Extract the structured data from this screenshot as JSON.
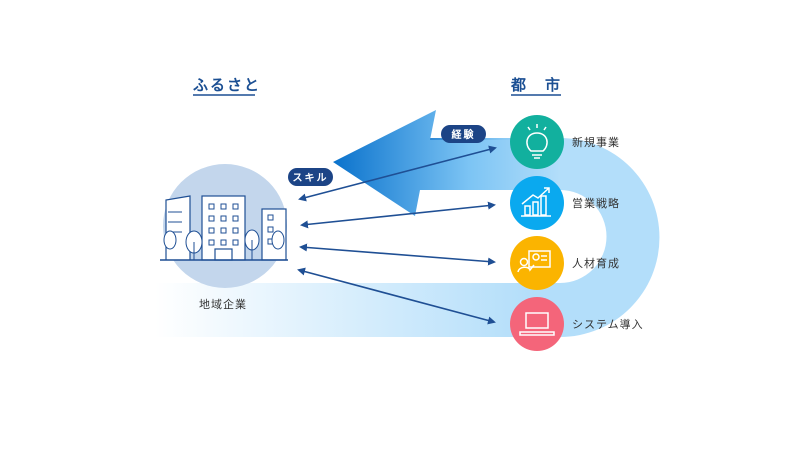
{
  "titles": {
    "left": "ふるさと",
    "right": "都　市"
  },
  "left_entity": {
    "label": "地域企業"
  },
  "badges": {
    "skill": "スキル",
    "experience": "経験"
  },
  "items": [
    {
      "label": "新規事業",
      "icon": "lightbulb-icon",
      "color": "#12b09e"
    },
    {
      "label": "営業戦略",
      "icon": "growth-chart-icon",
      "color": "#0aa9ef"
    },
    {
      "label": "人材育成",
      "icon": "presentation-icon",
      "color": "#fbb400"
    },
    {
      "label": "システム導入",
      "icon": "laptop-icon",
      "color": "#f4657a"
    }
  ],
  "colors": {
    "navy": "#1c4486",
    "band": "#b3defa",
    "arrow_line": "#1f4f94"
  }
}
